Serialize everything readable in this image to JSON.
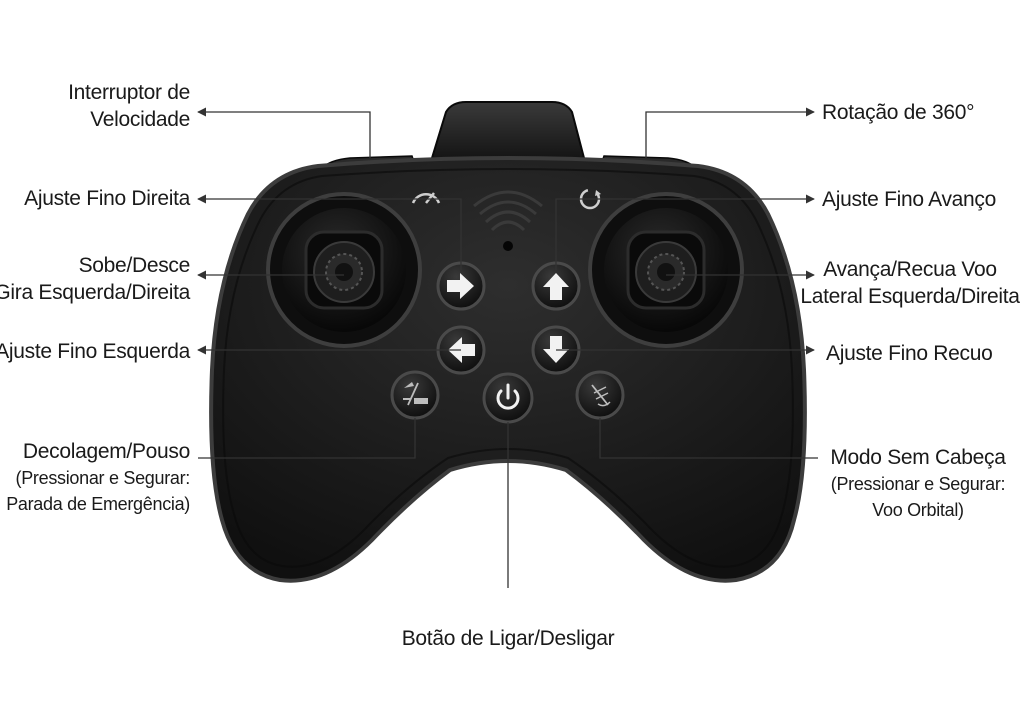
{
  "labels": {
    "speed_switch": [
      "Interruptor de",
      "Velocidade"
    ],
    "trim_right": "Ajuste Fino Direita",
    "up_down": [
      "Sobe/Desce",
      "Gira Esquerda/Direita"
    ],
    "trim_left": "Ajuste Fino Esquerda",
    "takeoff": [
      "Decolagem/Pouso",
      "(Pressionar e Segurar:",
      "Parada de Emergência)"
    ],
    "flip": "Rotação de 360°",
    "trim_forward": "Ajuste Fino Avanço",
    "forward_back": [
      "Avança/Recua Voo",
      "Lateral Esquerda/Direita"
    ],
    "trim_back": "Ajuste Fino Recuo",
    "headless": [
      "Modo Sem Cabeça",
      "(Pressionar e Segurar:",
      "Voo Orbital)"
    ],
    "power": "Botão de Ligar/Desligar"
  },
  "icons": {
    "speed": "speedometer-icon",
    "flip": "rotate-360-icon",
    "signal": "wireless-signal-icon",
    "takeoff": "takeoff-landing-icon",
    "power": "power-icon",
    "headless": "headless-mode-icon"
  },
  "colors": {
    "body": "#1b1b1b",
    "rim": "#3a3a3a",
    "button": "#141414",
    "arrow": "#f2f2f2",
    "line": "#333333",
    "text": "#1a1a1a"
  }
}
